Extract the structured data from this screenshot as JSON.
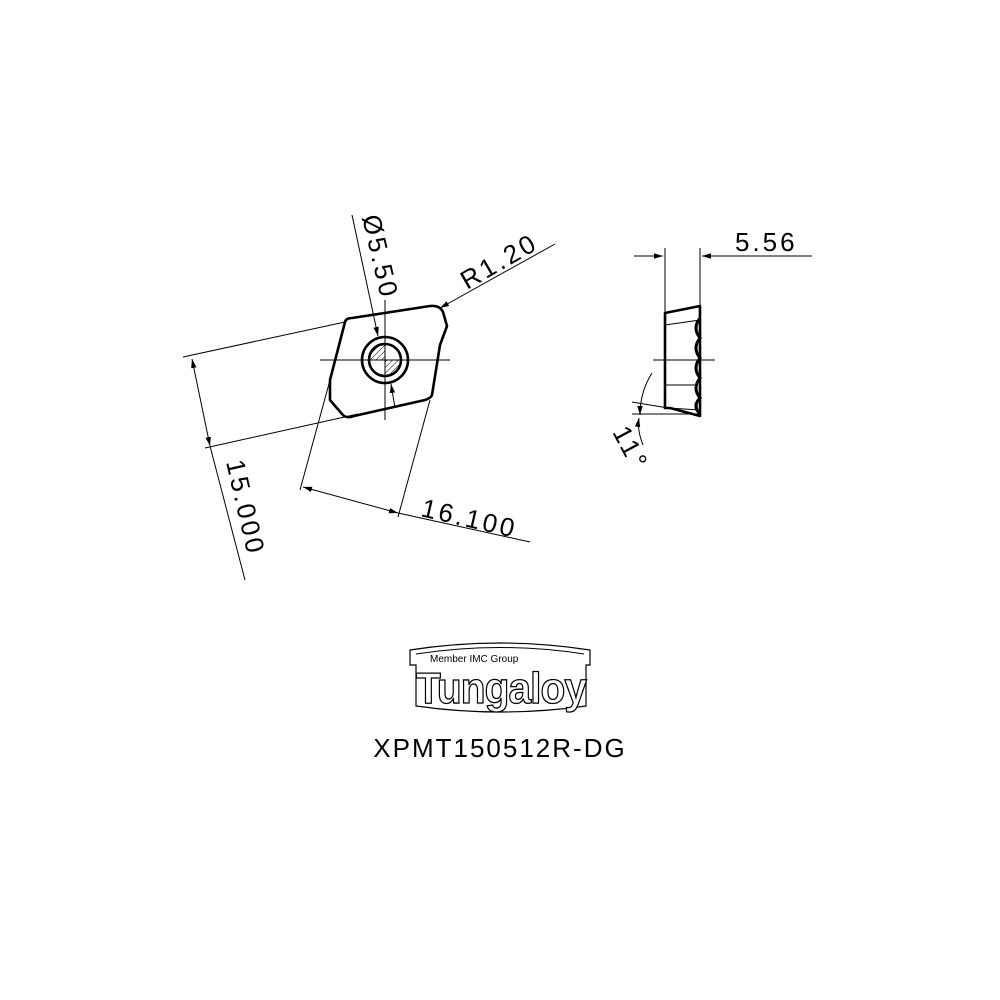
{
  "drawing": {
    "type": "cutting-insert-technical-drawing",
    "top_view": {
      "dimensions": {
        "hole_diameter": "Ø5.50",
        "corner_radius": "R1.20",
        "width": "15.000",
        "length": "16.100"
      }
    },
    "side_view": {
      "dimensions": {
        "thickness": "5.56",
        "clearance_angle": "11°"
      }
    }
  },
  "logo": {
    "tagline": "Member IMC Group",
    "brand": "Tungaloy"
  },
  "part_number": "XPMT150512R-DG",
  "colors": {
    "line": "#000000",
    "background": "#ffffff"
  }
}
